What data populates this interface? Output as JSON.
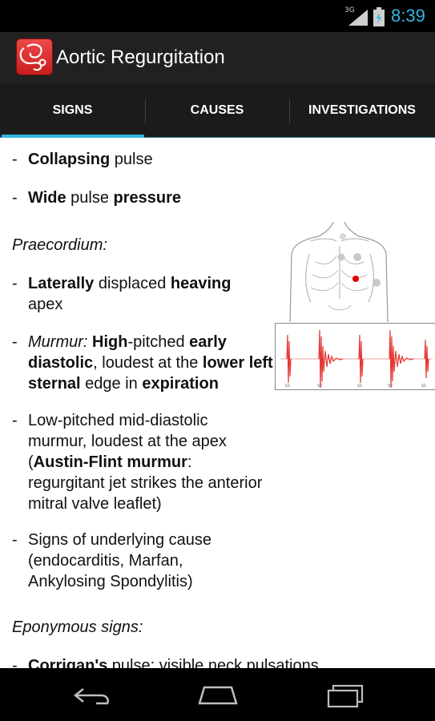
{
  "status_bar": {
    "network": "3G",
    "time": "8:39"
  },
  "action_bar": {
    "app_icon": "stethoscope-icon",
    "title": "Aortic Regurgitation"
  },
  "tabs": [
    {
      "label": "SIGNS",
      "selected": true
    },
    {
      "label": "CAUSES",
      "selected": false
    },
    {
      "label": "INVESTIGATIONS",
      "selected": false
    }
  ],
  "content": {
    "items": {
      "collapsing_pulse": {
        "bold": "Collapsing",
        "rest": " pulse"
      },
      "wide_pulse": {
        "bold1": "Wide",
        "mid": " pulse ",
        "bold2": "pressure"
      },
      "praecordium_heading": "Praecordium:",
      "apex": {
        "bold1": "Laterally",
        "mid": " displaced ",
        "bold2": "heaving",
        "rest": "apex"
      },
      "murmur": {
        "italic": "Murmur:",
        "b1": "High",
        "t1": "-pitched ",
        "b2": "early diastolic",
        "t2": ", loudest at the ",
        "b3": "lower left sternal",
        "t3": " edge in ",
        "b4": "expiration"
      },
      "austin_flint": {
        "t1": "Low-pitched mid-diastolic murmur, loudest at the apex (",
        "b1": "Austin-Flint murmur",
        "t2": ": regurgitant jet strikes the anterior mitral valve leaflet)"
      },
      "underlying": "Signs of underlying cause (endocarditis, Marfan, Ankylosing Spondylitis)",
      "eponymous_heading": "Eponymous signs:",
      "corrigan": {
        "bold": "Corrigan's",
        "rest": " pulse: visible neck pulsations"
      }
    },
    "ecg_labels": [
      "S1",
      "S2",
      "S1",
      "S2",
      "S1"
    ],
    "colors": {
      "accent": "#33b5e5",
      "murmur_trace": "#e53935",
      "apex_dot": "#e00000"
    }
  },
  "nav_bar": {
    "back": "back-icon",
    "home": "home-icon",
    "recents": "recents-icon"
  }
}
